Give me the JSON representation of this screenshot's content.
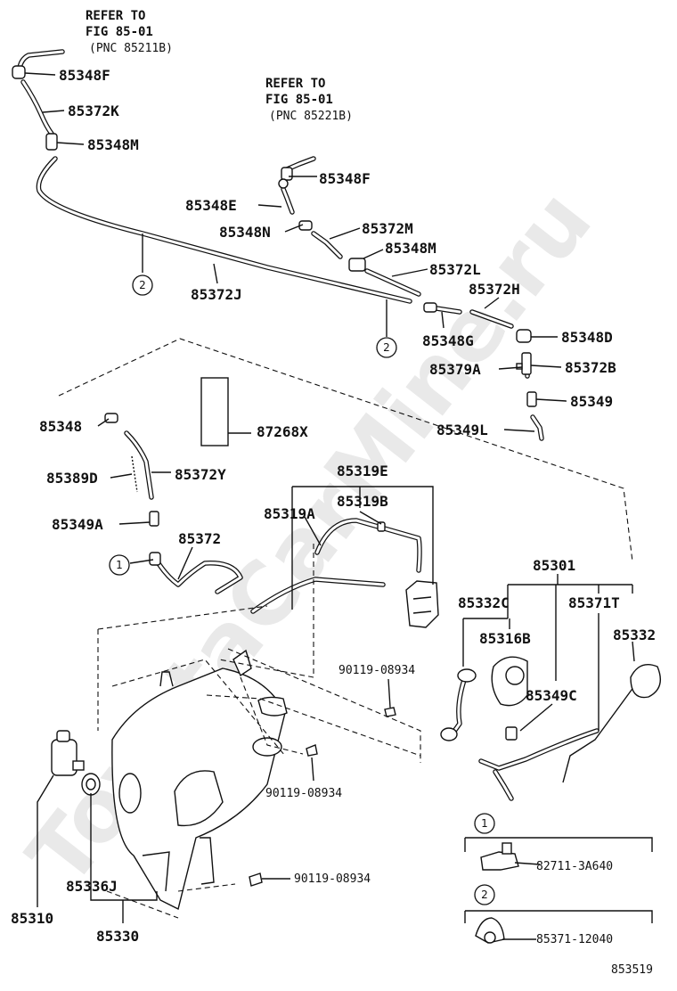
{
  "watermark": "ToyotaCarMine.ru",
  "refs": [
    {
      "line1": "REFER TO",
      "line2": "FIG 85-01",
      "line3": "(PNC 85211B)"
    },
    {
      "line1": "REFER TO",
      "line2": "FIG 85-01",
      "line3": "(PNC 85221B)"
    }
  ],
  "labels": [
    "85348F",
    "85372K",
    "85348M",
    "85348F",
    "85348E",
    "85348N",
    "85372M",
    "85348M",
    "85372L",
    "85372H",
    "85372J",
    "85348G",
    "85348D",
    "85379A",
    "85372B",
    "85349",
    "85349L",
    "85348",
    "87268X",
    "85389D",
    "85372Y",
    "85319E",
    "85319B",
    "85319A",
    "85349A",
    "85372",
    "85301",
    "85332C",
    "85371T",
    "85316B",
    "85332",
    "90119-08934",
    "85349C",
    "90119-08934",
    "90119-08934",
    "85336J",
    "85310",
    "85330",
    "82711-3A640",
    "85371-12040"
  ],
  "callouts": [
    "2",
    "2",
    "1",
    "1",
    "2"
  ],
  "figure_id": "853519"
}
